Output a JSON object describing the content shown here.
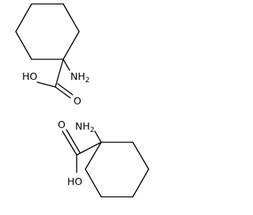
{
  "molecules": [
    {
      "amine_label": "NH",
      "amine_subscript": "2",
      "hydroxyl_label": "HO",
      "carbonyl_label": "O"
    },
    {
      "amine_label": "NH",
      "amine_subscript": "2",
      "hydroxyl_label": "HO",
      "carbonyl_label": "O"
    }
  ]
}
